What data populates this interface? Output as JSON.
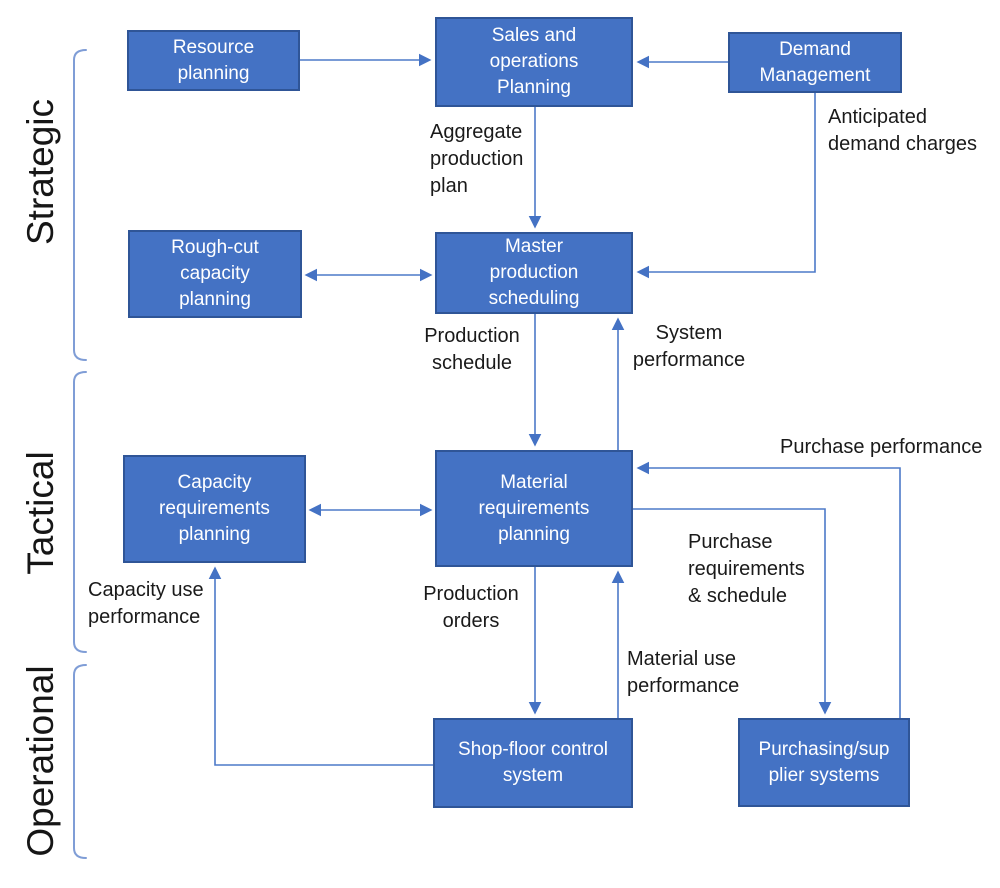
{
  "diagram": {
    "title_implicit": "Manufacturing planning and control hierarchy",
    "levels": [
      {
        "label": "Strategic"
      },
      {
        "label": "Tactical"
      },
      {
        "label": "Operational"
      }
    ],
    "boxes": {
      "resource_planning": {
        "lines": [
          "Resource",
          "planning"
        ]
      },
      "sales_operations_planning": {
        "lines": [
          "Sales and",
          "operations",
          "Planning"
        ]
      },
      "demand_management": {
        "lines": [
          "Demand",
          "Management"
        ]
      },
      "rough_cut_capacity_planning": {
        "lines": [
          "Rough-cut",
          "capacity",
          "planning"
        ]
      },
      "master_production_scheduling": {
        "lines": [
          "Master",
          "production",
          "scheduling"
        ]
      },
      "capacity_requirements_planning": {
        "lines": [
          "Capacity",
          "requirements",
          "planning"
        ]
      },
      "material_requirements_planning": {
        "lines": [
          "Material",
          "requirements",
          "planning"
        ]
      },
      "shop_floor_control_system": {
        "lines": [
          "Shop-floor control",
          "system"
        ]
      },
      "purchasing_supplier_systems": {
        "lines": [
          "Purchasing/sup",
          "plier systems"
        ]
      }
    },
    "flow_labels": {
      "aggregate_production_plan": {
        "lines": [
          "Aggregate",
          "production",
          "plan"
        ]
      },
      "anticipated_demand_charges": {
        "lines": [
          "Anticipated",
          "demand charges"
        ]
      },
      "production_schedule": {
        "lines": [
          "Production",
          "schedule"
        ]
      },
      "system_performance": {
        "lines": [
          "System",
          "performance"
        ]
      },
      "purchase_performance": {
        "lines": [
          "Purchase performance"
        ]
      },
      "purchase_requirements_schedule": {
        "lines": [
          "Purchase",
          "requirements",
          "& schedule"
        ]
      },
      "production_orders": {
        "lines": [
          "Production",
          "orders"
        ]
      },
      "capacity_use_performance": {
        "lines": [
          "Capacity use",
          "performance"
        ]
      },
      "material_use_performance": {
        "lines": [
          "Material use",
          "performance"
        ]
      }
    },
    "connections": [
      {
        "from": "resource_planning",
        "to": "sales_operations_planning",
        "type": "arrow"
      },
      {
        "from": "demand_management",
        "to": "sales_operations_planning",
        "type": "arrow"
      },
      {
        "from": "sales_operations_planning",
        "to": "master_production_scheduling",
        "type": "arrow",
        "label": "Aggregate production plan"
      },
      {
        "from": "demand_management",
        "to": "master_production_scheduling",
        "type": "arrow",
        "label": "Anticipated demand charges"
      },
      {
        "from": "rough_cut_capacity_planning",
        "to": "master_production_scheduling",
        "type": "double-arrow"
      },
      {
        "from": "master_production_scheduling",
        "to": "material_requirements_planning",
        "type": "arrow",
        "label": "Production schedule"
      },
      {
        "from": "material_requirements_planning",
        "to": "master_production_scheduling",
        "type": "arrow",
        "label": "System performance"
      },
      {
        "from": "capacity_requirements_planning",
        "to": "material_requirements_planning",
        "type": "double-arrow"
      },
      {
        "from": "material_requirements_planning",
        "to": "shop_floor_control_system",
        "type": "arrow",
        "label": "Production orders"
      },
      {
        "from": "shop_floor_control_system",
        "to": "material_requirements_planning",
        "type": "arrow",
        "label": "Material use performance"
      },
      {
        "from": "material_requirements_planning",
        "to": "purchasing_supplier_systems",
        "type": "arrow",
        "label": "Purchase requirements & schedule"
      },
      {
        "from": "purchasing_supplier_systems",
        "to": "material_requirements_planning",
        "type": "arrow",
        "label": "Purchase performance"
      },
      {
        "from": "shop_floor_control_system",
        "to": "capacity_requirements_planning",
        "type": "arrow",
        "label": "Capacity use performance"
      }
    ],
    "colors": {
      "box_fill": "#4472c4",
      "box_border": "#2f5597",
      "box_text": "#ffffff",
      "connector": "#4d7ac8",
      "arrowhead": "#4472c4",
      "bracket": "#7f9dd6",
      "label_text": "#1a1a1a"
    }
  }
}
